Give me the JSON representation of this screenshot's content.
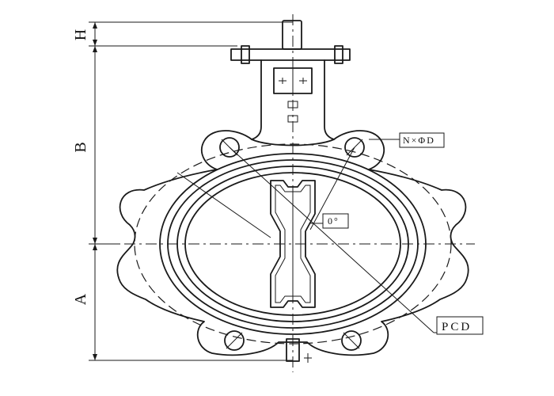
{
  "labels": {
    "dim_h": "H",
    "dim_b": "B",
    "dim_a": "A",
    "bolt_holes": "N×ΦD",
    "angle": "0°",
    "pcd": "PCD"
  },
  "colors": {
    "line": "#1a1a1a",
    "background": "#ffffff"
  }
}
